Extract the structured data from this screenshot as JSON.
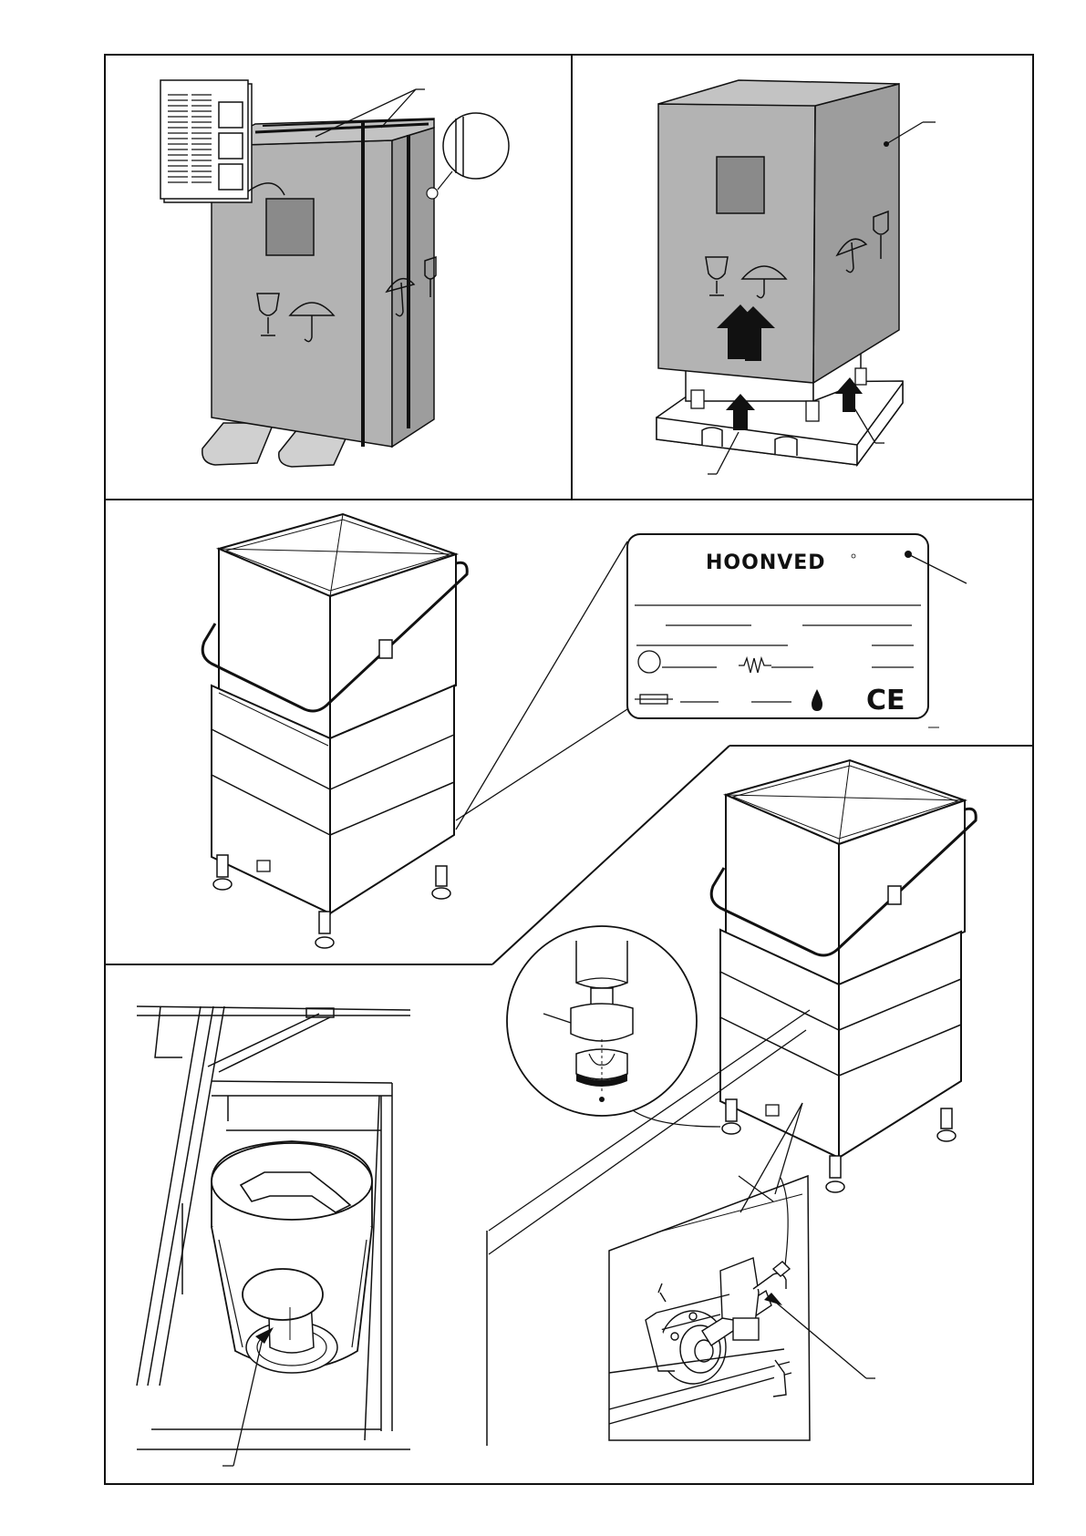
{
  "colors": {
    "line": "#111111",
    "box_fill": "#b3b3b3",
    "box_side": "#9d9d9d",
    "window_fill": "#8a8a8a",
    "paper": "#ffffff"
  },
  "rating_plate": {
    "brand": "HOONVED",
    "mark": "CE",
    "icons": [
      "motor-circle-icon",
      "resistor-icon",
      "fuse-icon",
      "water-drop-icon"
    ]
  },
  "panels": [
    {
      "id": "unpacking-straps",
      "icons": [
        "wine-glass-icon",
        "umbrella-icon",
        "manual-document-icon"
      ]
    },
    {
      "id": "lifting-from-pallet",
      "icons": [
        "wine-glass-icon",
        "umbrella-icon",
        "up-arrow-icon"
      ]
    },
    {
      "id": "machine-and-plate",
      "icons": [
        "rating-plate-icon"
      ]
    },
    {
      "id": "levelling-feet",
      "icons": [
        "foot-detail-icon"
      ]
    },
    {
      "id": "overflow-filter",
      "icons": [
        "filter-icon"
      ]
    },
    {
      "id": "pump-detail",
      "icons": [
        "pump-icon"
      ]
    }
  ]
}
